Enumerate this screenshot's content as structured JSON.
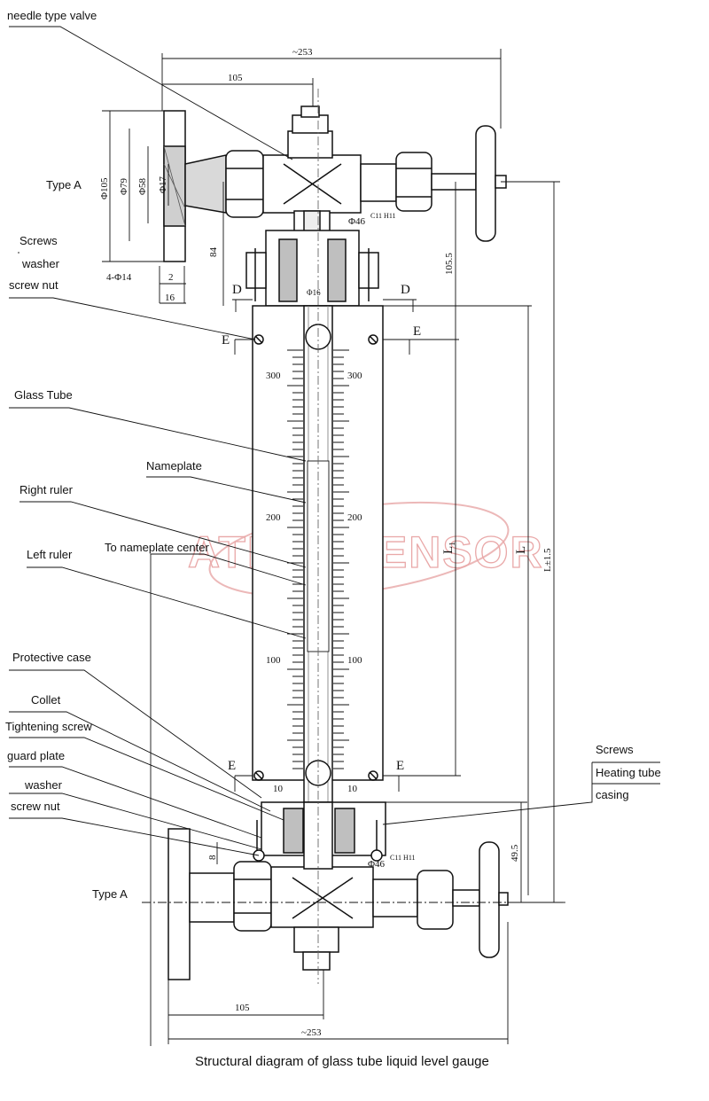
{
  "caption": "Structural diagram of glass tube liquid level gauge",
  "watermark": "ATECHSENSOR",
  "callouts": {
    "needle_valve": "needle type valve",
    "type_a_top": "Type A",
    "screws_top": "Screws",
    "washer_top": "washer",
    "screw_nut_top": "screw nut",
    "glass_tube": "Glass Tube",
    "nameplate": "Nameplate",
    "right_ruler": "Right ruler",
    "to_nameplate_center": "To nameplate center",
    "left_ruler": "Left ruler",
    "protective_case": "Protective case",
    "collet": "Collet",
    "tightening_screw": "Tightening screw",
    "guard_plate": "guard plate",
    "washer_bottom": "washer",
    "screw_nut_bottom": "screw nut",
    "type_a_bottom": "Type A",
    "screws_right": "Screws",
    "heating_tube": "Heating tube",
    "casing": "casing"
  },
  "dimensions": {
    "width_top": "~253",
    "half_top": "105",
    "flange_od": "Φ105",
    "flange_pcd": "Φ79",
    "flange_rf": "Φ58",
    "bore": "Φ17",
    "height_84": "84",
    "bolt_holes": "4-Φ14",
    "gap_2": "2",
    "thick_16": "16",
    "pipe_top": "Φ46",
    "tol_top": "C11\nH11",
    "dia_16": "Φ16",
    "vert_105_5": "105.5",
    "l1": "L₁",
    "l": "L",
    "l_total": "L±1.5",
    "height_8": "8",
    "pipe_bottom": "Φ46",
    "tol_bottom": "C11\nH11",
    "dim_49_5": "49.5",
    "half_bottom": "105",
    "width_bottom": "~253"
  },
  "section_marks": {
    "d_left": "D",
    "d_right": "D",
    "e_top_left": "E",
    "e_top_right": "E",
    "e_bottom_left": "E",
    "e_bottom_right": "E"
  },
  "scale": {
    "left_labels": [
      "300",
      "200",
      "100",
      "10"
    ],
    "right_labels": [
      "300",
      "200",
      "100",
      "10"
    ]
  }
}
